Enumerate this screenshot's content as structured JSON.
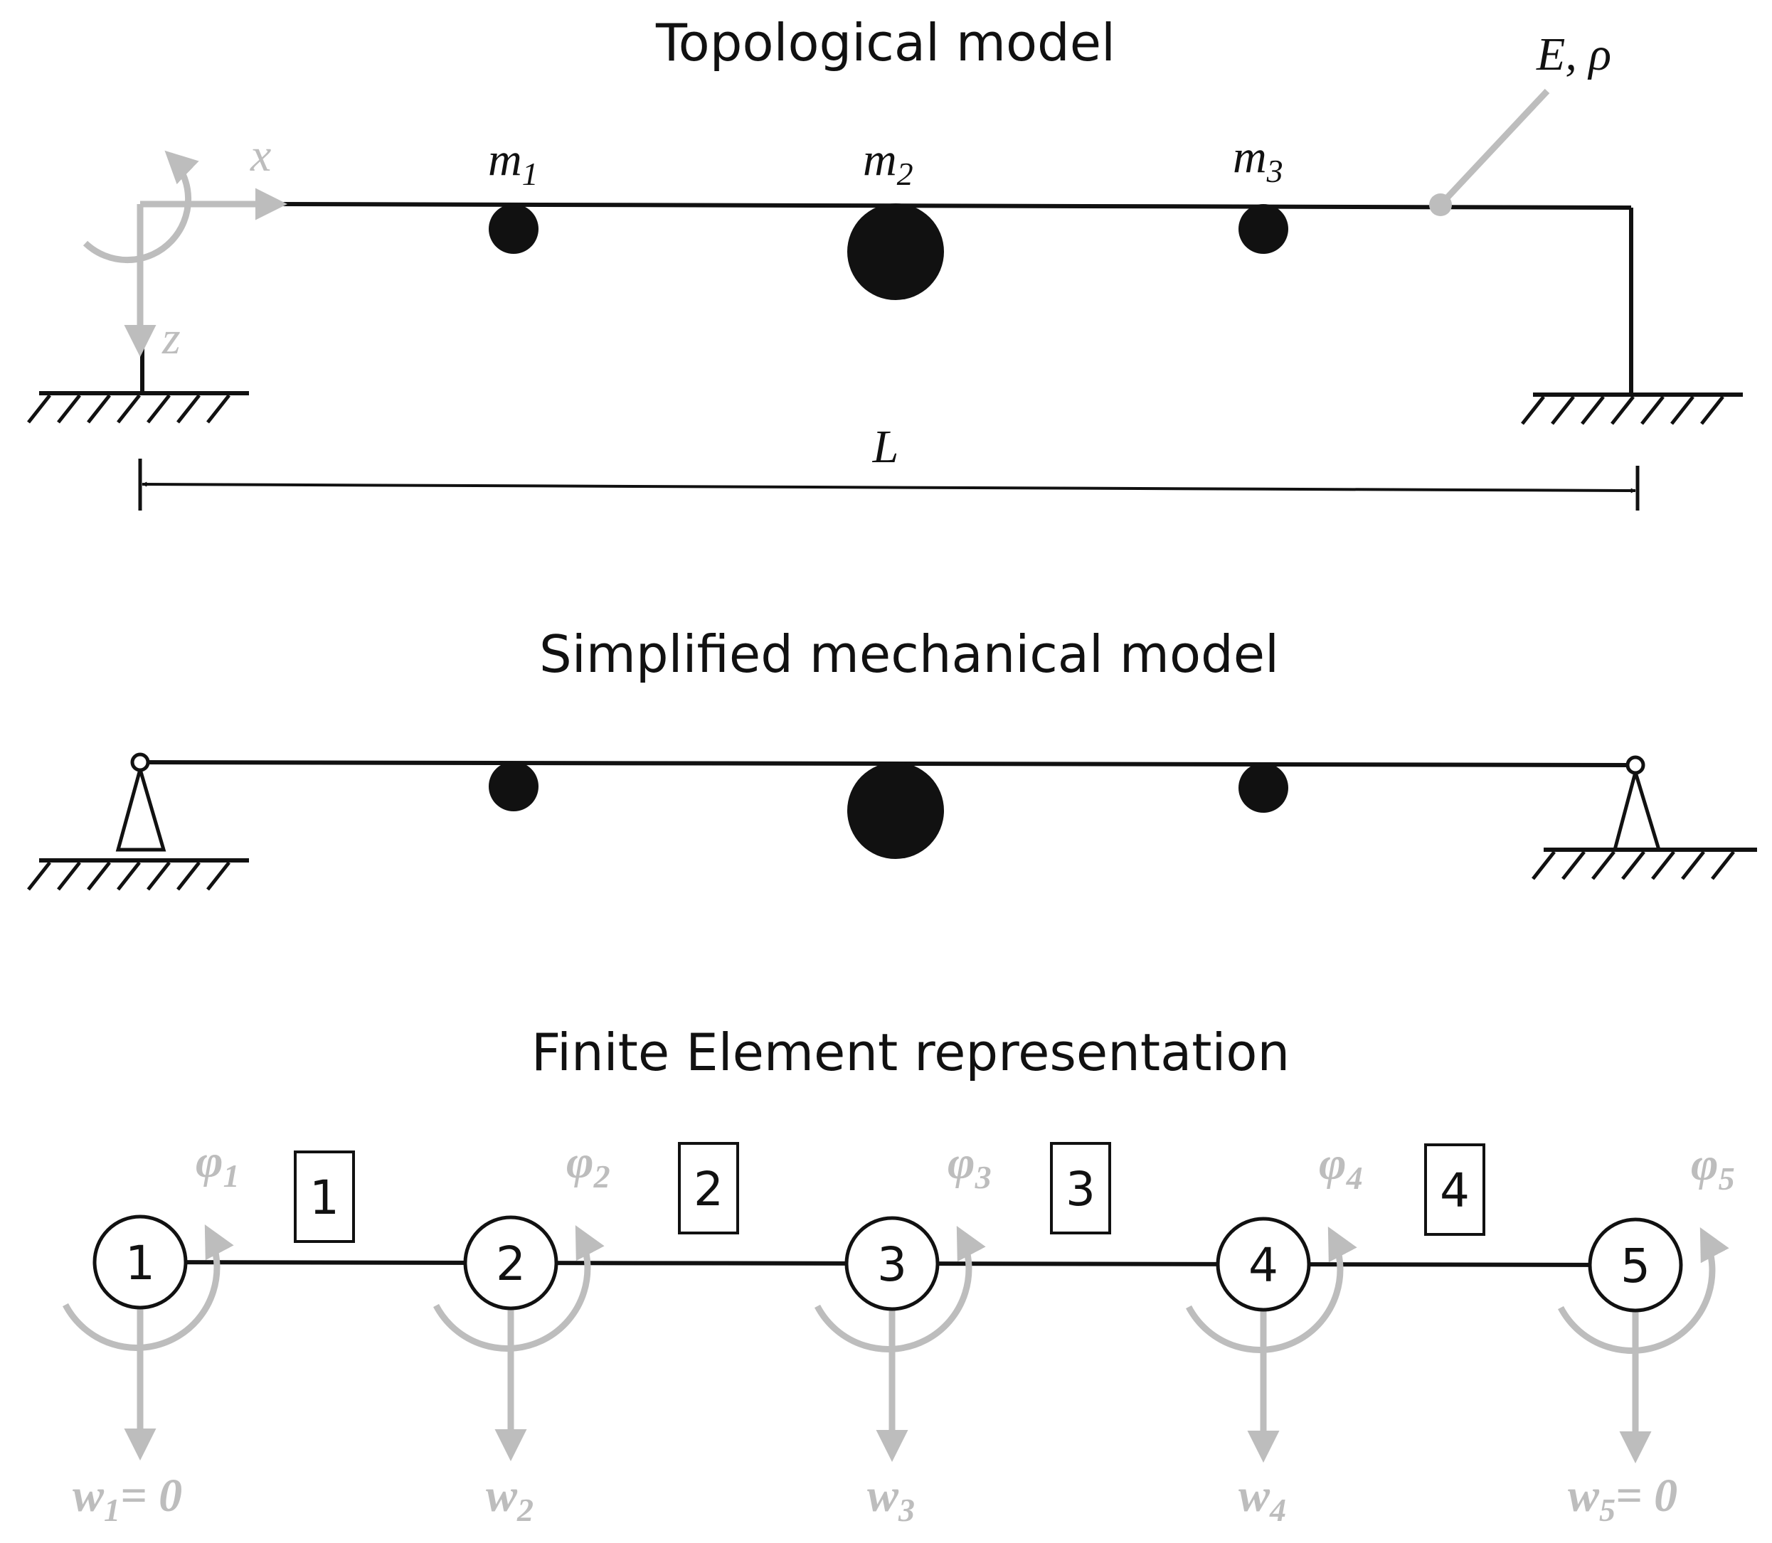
{
  "titles": {
    "topological": "Topological model",
    "simplified": "Simplified mechanical model",
    "fe": "Finite Element  representation"
  },
  "topo": {
    "axis_x": "x",
    "axis_z": "z",
    "material_E": "E, ",
    "material_rho": "ρ",
    "span": "L",
    "mass_symbol": "m",
    "masses": [
      "1",
      "2",
      "3"
    ]
  },
  "fe": {
    "nodes": [
      "1",
      "2",
      "3",
      "4",
      "5"
    ],
    "elements": [
      "1",
      "2",
      "3",
      "4"
    ],
    "rotation_symbol": "φ",
    "disp_symbol": "w",
    "boundary_suffix_first": "= 0",
    "boundary_suffix_last": "= 0"
  },
  "colors": {
    "ink": "#111111",
    "dof_gray": "#bdbdbd"
  }
}
